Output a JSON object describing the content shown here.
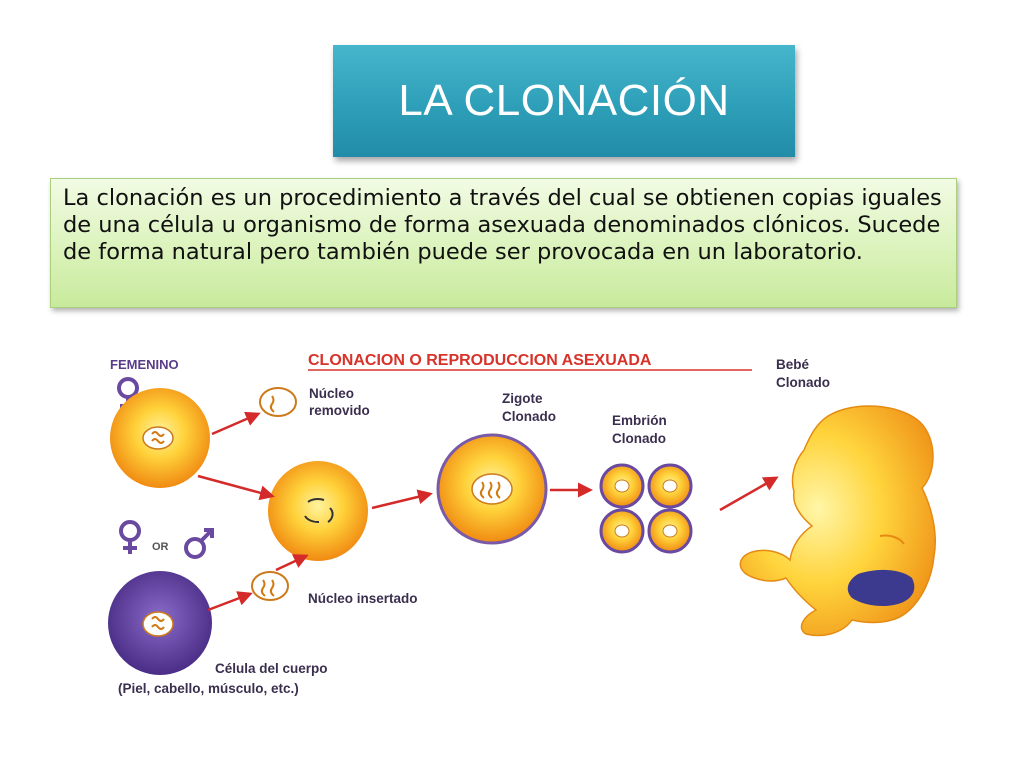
{
  "slide": {
    "title": "LA CLONACIÓN",
    "description": "La clonación es un procedimiento a través del cual se obtienen copias iguales de una célula u organismo de forma asexuada denominados clónicos. Sucede de forma natural pero también puede ser provocada en un laboratorio."
  },
  "diagram": {
    "heading": "CLONACION O REPRODUCCION ASEXUADA",
    "femenino": "FEMENINO",
    "or_label": "OR",
    "nucleo_removido": [
      "Núcleo",
      "removido"
    ],
    "nucleo_insertado": "Núcleo insertado",
    "zigote": [
      "Zigote",
      "Clonado"
    ],
    "embrion": [
      "Embrión",
      "Clonado"
    ],
    "bebe": [
      "Bebé",
      "Clonado"
    ],
    "celula": "Célula del cuerpo",
    "celula_detalle": "(Piel, cabello, músculo, etc.)",
    "colors": {
      "cell_orange": "#f5a623",
      "cell_purple": "#5b3d97",
      "arrow_red": "#d42a2a",
      "symbol_purple": "#6a4aa0"
    }
  }
}
